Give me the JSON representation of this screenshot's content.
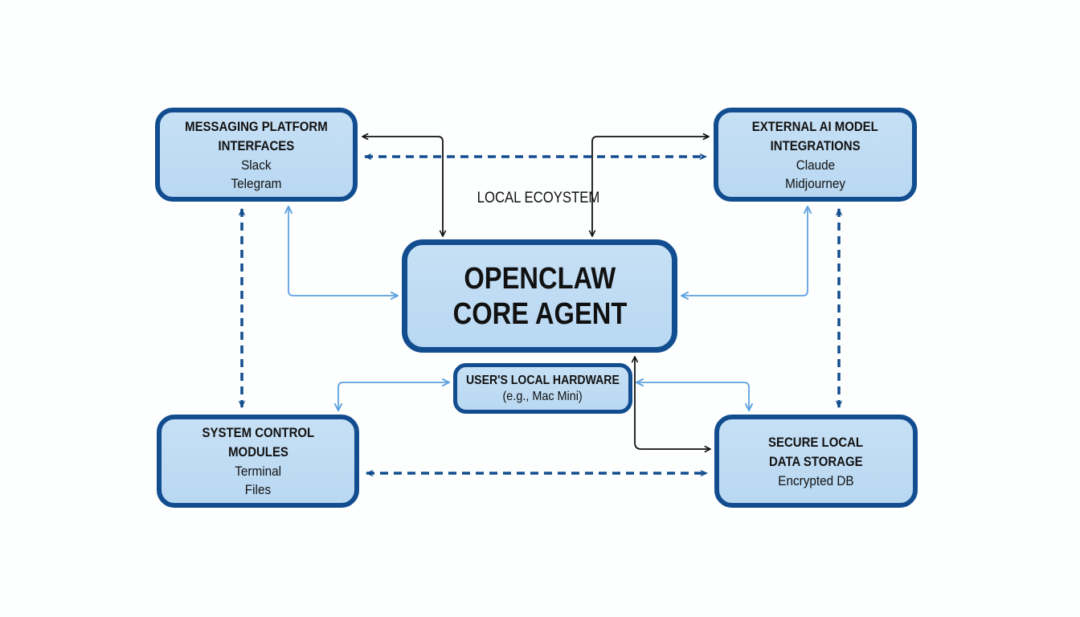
{
  "diagram": {
    "label": "LOCAL ECOYSTEM",
    "colors": {
      "node_fill": "#bcd9f3",
      "node_border": "#124d8f",
      "solid_arrow": "#111111",
      "light_arrow": "#5fa3e0",
      "dashed_arrow": "#124d8f"
    },
    "nodes": {
      "messaging": {
        "title_lines": [
          "MESSAGING PLATFORM",
          "INTERFACES"
        ],
        "items": [
          "Slack",
          "Telegram"
        ]
      },
      "ai": {
        "title_lines": [
          "EXTERNAL AI MODEL",
          "INTEGRATIONS"
        ],
        "items": [
          "Claude",
          "Midjourney"
        ]
      },
      "core": {
        "title_lines": [
          "OPENCLAW",
          "CORE AGENT"
        ]
      },
      "hardware": {
        "title_lines": [
          "USER'S LOCAL HARDWARE"
        ],
        "items": [
          "(e.g., Mac Mini)"
        ]
      },
      "system": {
        "title_lines": [
          "SYSTEM CONTROL",
          "MODULES"
        ],
        "items": [
          "Terminal",
          "Files"
        ]
      },
      "storage": {
        "title_lines": [
          "SECURE LOCAL",
          "DATA STORAGE"
        ],
        "items": [
          "Encrypted DB"
        ]
      }
    },
    "edges": [
      {
        "from": "messaging",
        "to": "core",
        "style": "solid",
        "direction": "bidirectional"
      },
      {
        "from": "ai",
        "to": "core",
        "style": "solid",
        "direction": "bidirectional"
      },
      {
        "from": "messaging",
        "to": "ai",
        "style": "dashed",
        "direction": "bidirectional"
      },
      {
        "from": "messaging",
        "to": "core",
        "style": "light",
        "direction": "bidirectional"
      },
      {
        "from": "ai",
        "to": "core",
        "style": "light",
        "direction": "bidirectional"
      },
      {
        "from": "messaging",
        "to": "system",
        "style": "dashed",
        "direction": "bidirectional"
      },
      {
        "from": "ai",
        "to": "storage",
        "style": "dashed",
        "direction": "bidirectional"
      },
      {
        "from": "hardware",
        "to": "system",
        "style": "light",
        "direction": "bidirectional"
      },
      {
        "from": "hardware",
        "to": "storage",
        "style": "light",
        "direction": "bidirectional"
      },
      {
        "from": "storage",
        "to": "core",
        "style": "solid",
        "direction": "bidirectional"
      },
      {
        "from": "system",
        "to": "storage",
        "style": "dashed",
        "direction": "bidirectional"
      }
    ]
  }
}
